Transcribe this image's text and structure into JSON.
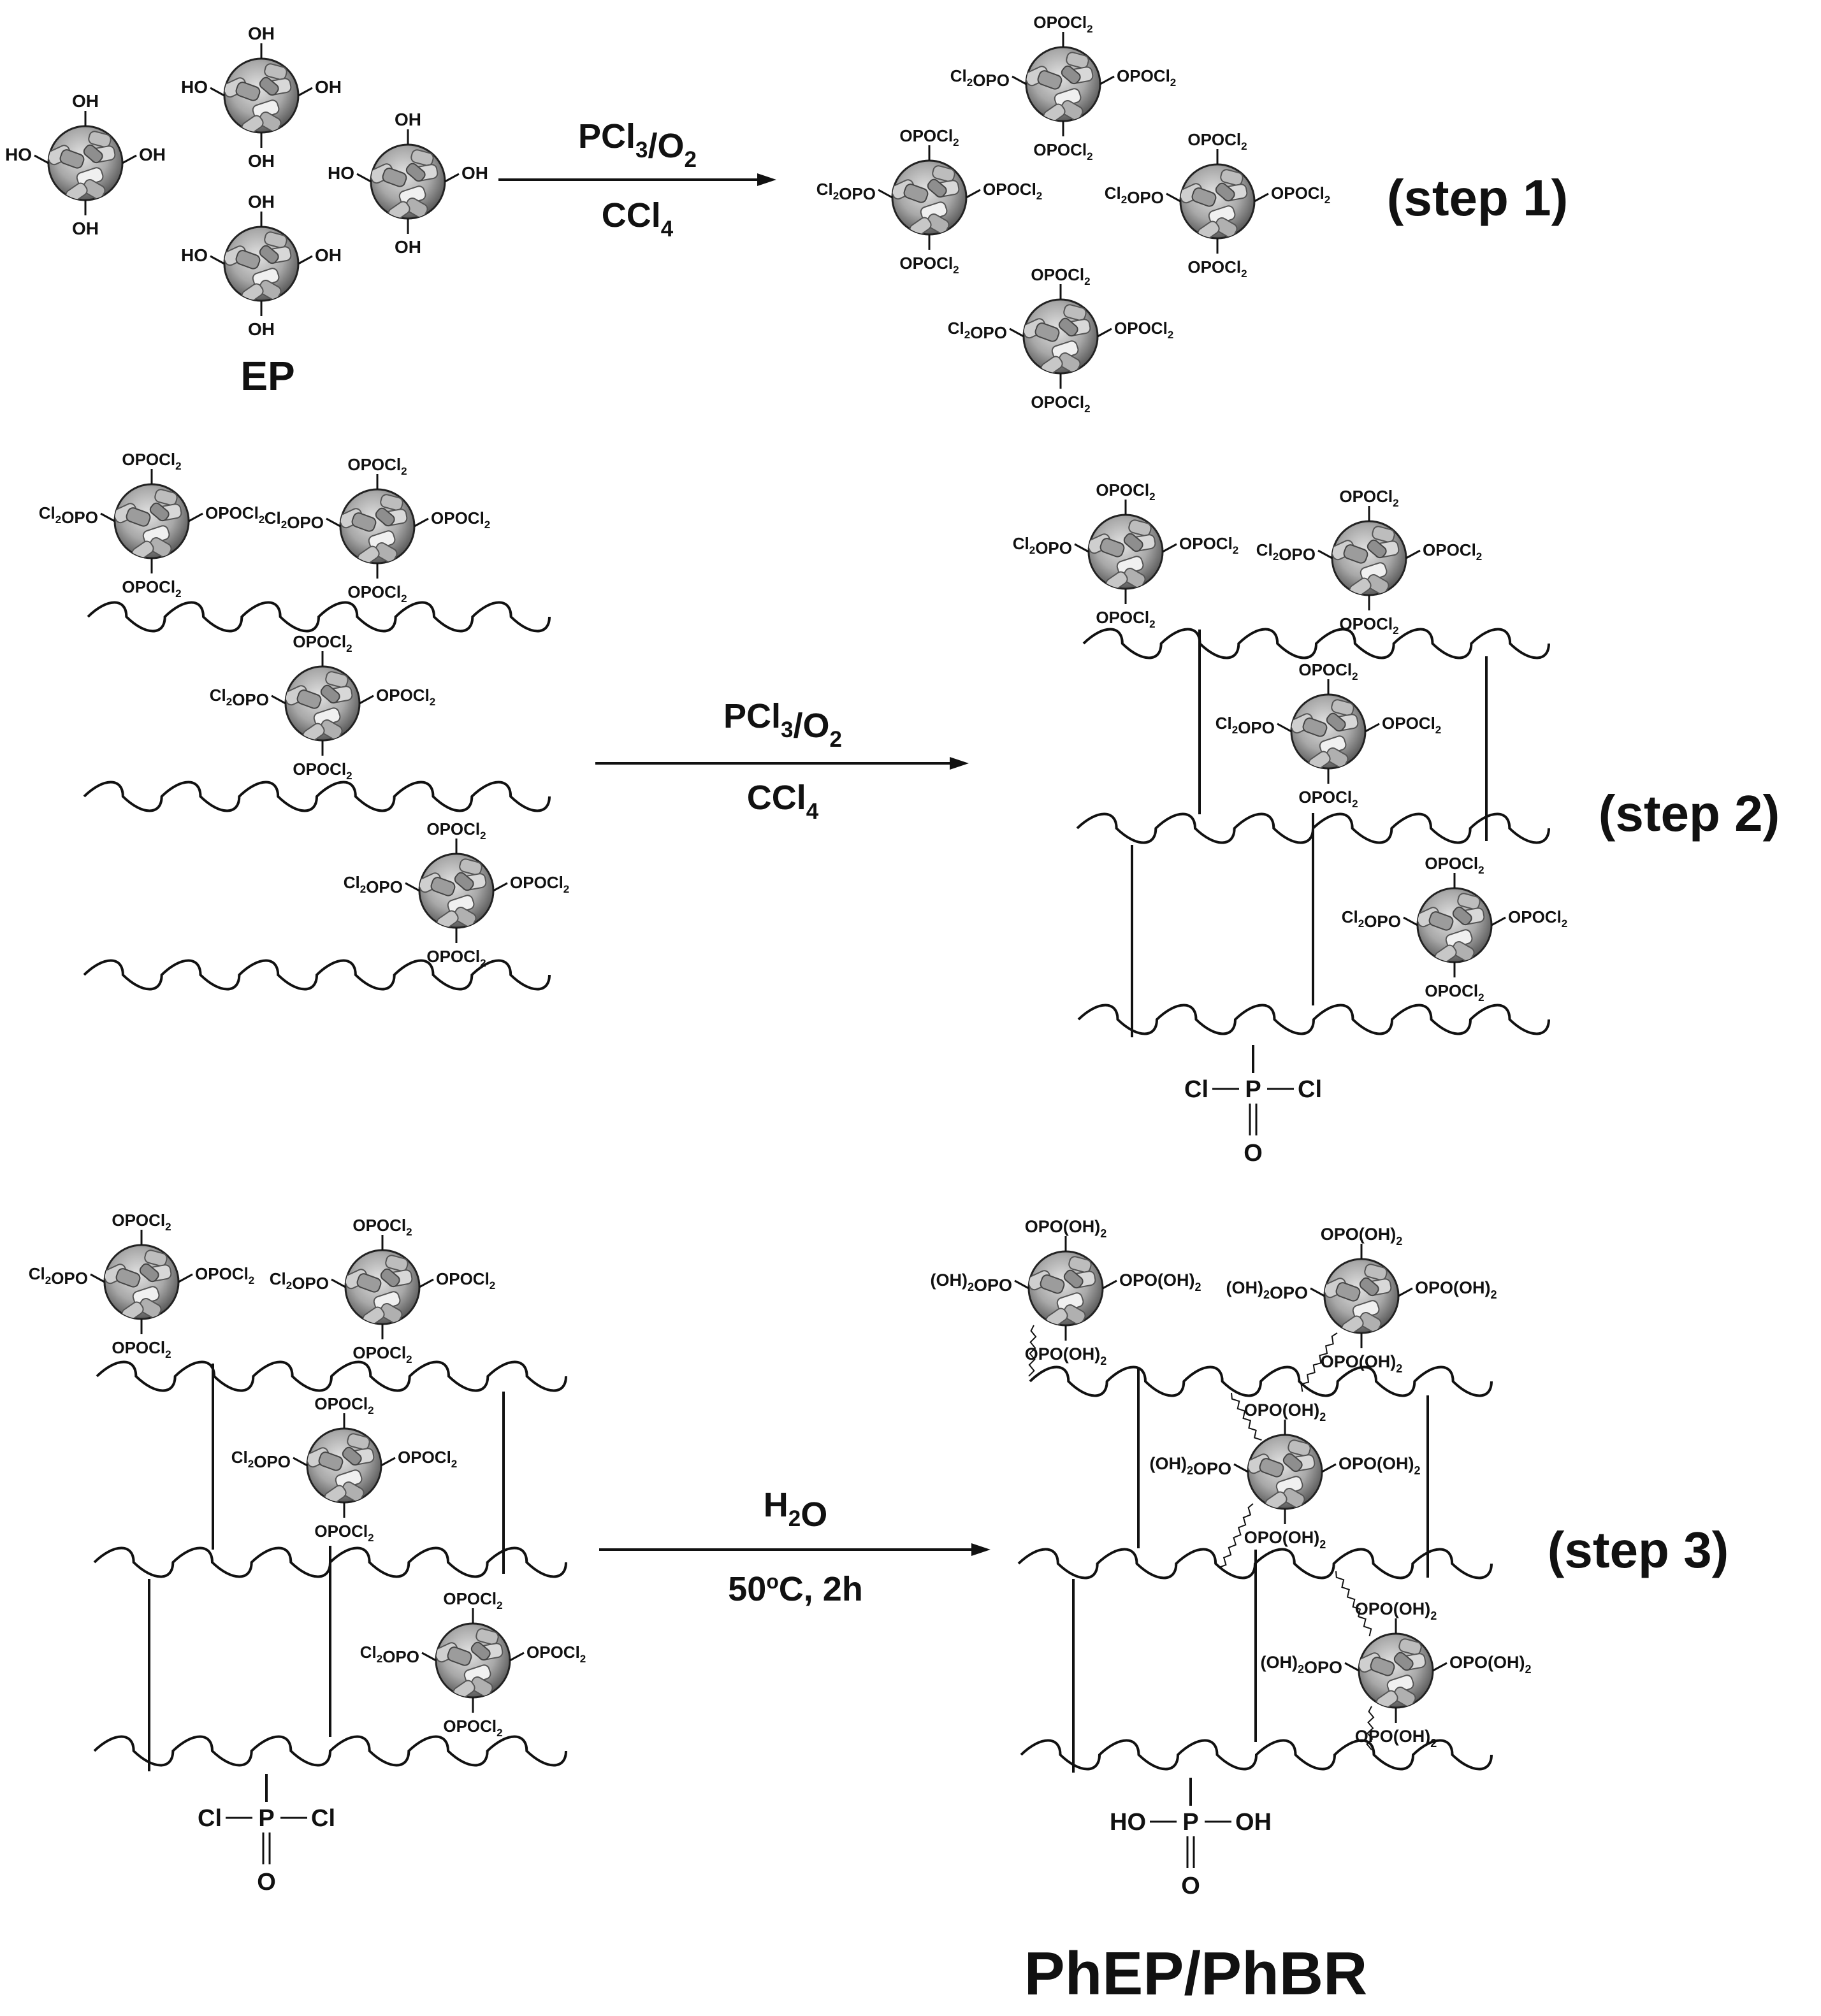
{
  "reagents": {
    "step1_top": "PCl3/O2",
    "step1_bottom": "CCl4",
    "step2_top": "PCl3/O2",
    "step2_bottom": "CCl4",
    "step3_top": "H2O",
    "step3_bottom": "50oC, 2h"
  },
  "step_labels": [
    "(step 1)",
    "(step 2)",
    "(step 3)"
  ],
  "product_labels": {
    "ep": "EP",
    "final": "PhEP/PhBR"
  },
  "substituents": {
    "hydroxyl": "OH",
    "hydroxyl_left": "HO",
    "dichlorophosphate": "OPOCl2",
    "dichlorophosphate_left": "Cl2OPO",
    "phosphate": "OPO(OH)2",
    "phosphate_left": "(OH)2OPO"
  },
  "pendant_groups": {
    "dichloro": {
      "left": "Cl",
      "center": "P",
      "right": "Cl",
      "bottom": "O"
    },
    "dihydroxy": {
      "left": "HO",
      "center": "P",
      "right": "OH",
      "bottom": "O"
    }
  },
  "colors": {
    "particle_light": "#e2e2e2",
    "particle_mid": "#a8a8a8",
    "particle_dark": "#4a4a4a",
    "ink": "#111111"
  }
}
